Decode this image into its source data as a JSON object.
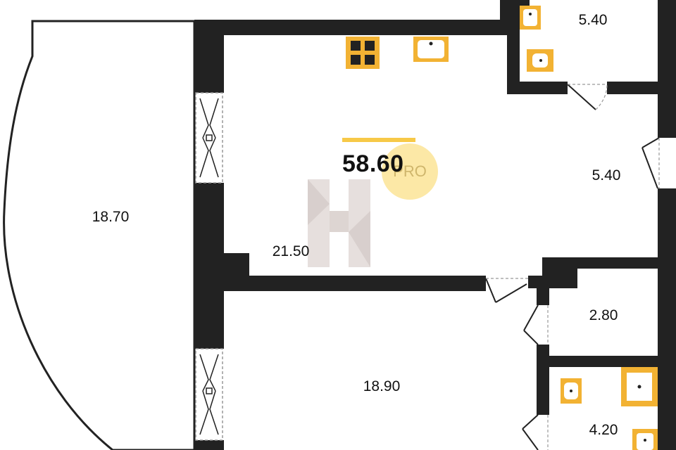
{
  "plan": {
    "total_area": "58.60",
    "watermark_text": "PRO",
    "rooms": [
      {
        "id": "loggia-left",
        "area": "18.70"
      },
      {
        "id": "kitchen-living",
        "area": "21.50"
      },
      {
        "id": "bathroom-top",
        "area": "5.40"
      },
      {
        "id": "hallway",
        "area": "5.40"
      },
      {
        "id": "storage",
        "area": "2.80"
      },
      {
        "id": "bedroom",
        "area": "18.90"
      },
      {
        "id": "bathroom-bottom",
        "area": "4.20"
      }
    ],
    "colors": {
      "wall": "#222222",
      "fixture": "#f2b233",
      "accent_line": "#f7c948",
      "watermark": "#b9aaa4"
    },
    "icons": [
      "stove-icon",
      "sink-icon",
      "toilet-icon",
      "shower-icon",
      "door-swing-icon",
      "window-icon",
      "logo-watermark-icon"
    ]
  }
}
